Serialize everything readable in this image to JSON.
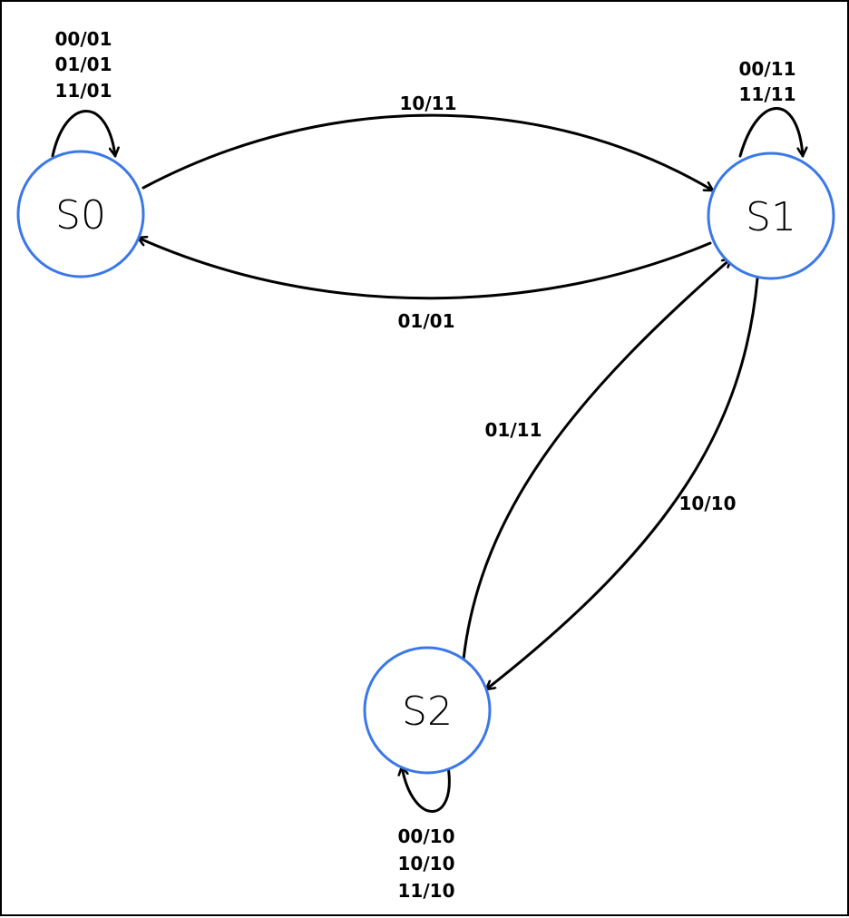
{
  "diagram": {
    "states": [
      {
        "id": "s0",
        "label": "S0"
      },
      {
        "id": "s1",
        "label": "S1"
      },
      {
        "id": "s2",
        "label": "S2"
      }
    ],
    "transitions": [
      {
        "from": "s0",
        "to": "s0",
        "labels": [
          "00/01",
          "01/01",
          "11/01"
        ]
      },
      {
        "from": "s0",
        "to": "s1",
        "labels": [
          "10/11"
        ]
      },
      {
        "from": "s1",
        "to": "s0",
        "labels": [
          "01/01"
        ]
      },
      {
        "from": "s1",
        "to": "s1",
        "labels": [
          "00/11",
          "11/11"
        ]
      },
      {
        "from": "s2",
        "to": "s1",
        "labels": [
          "01/11"
        ]
      },
      {
        "from": "s1",
        "to": "s2",
        "labels": [
          "10/10"
        ]
      },
      {
        "from": "s2",
        "to": "s2",
        "labels": [
          "00/10",
          "10/10",
          "11/10"
        ]
      }
    ],
    "colors": {
      "state_border": "#3b78e7",
      "edge": "#000000"
    }
  }
}
